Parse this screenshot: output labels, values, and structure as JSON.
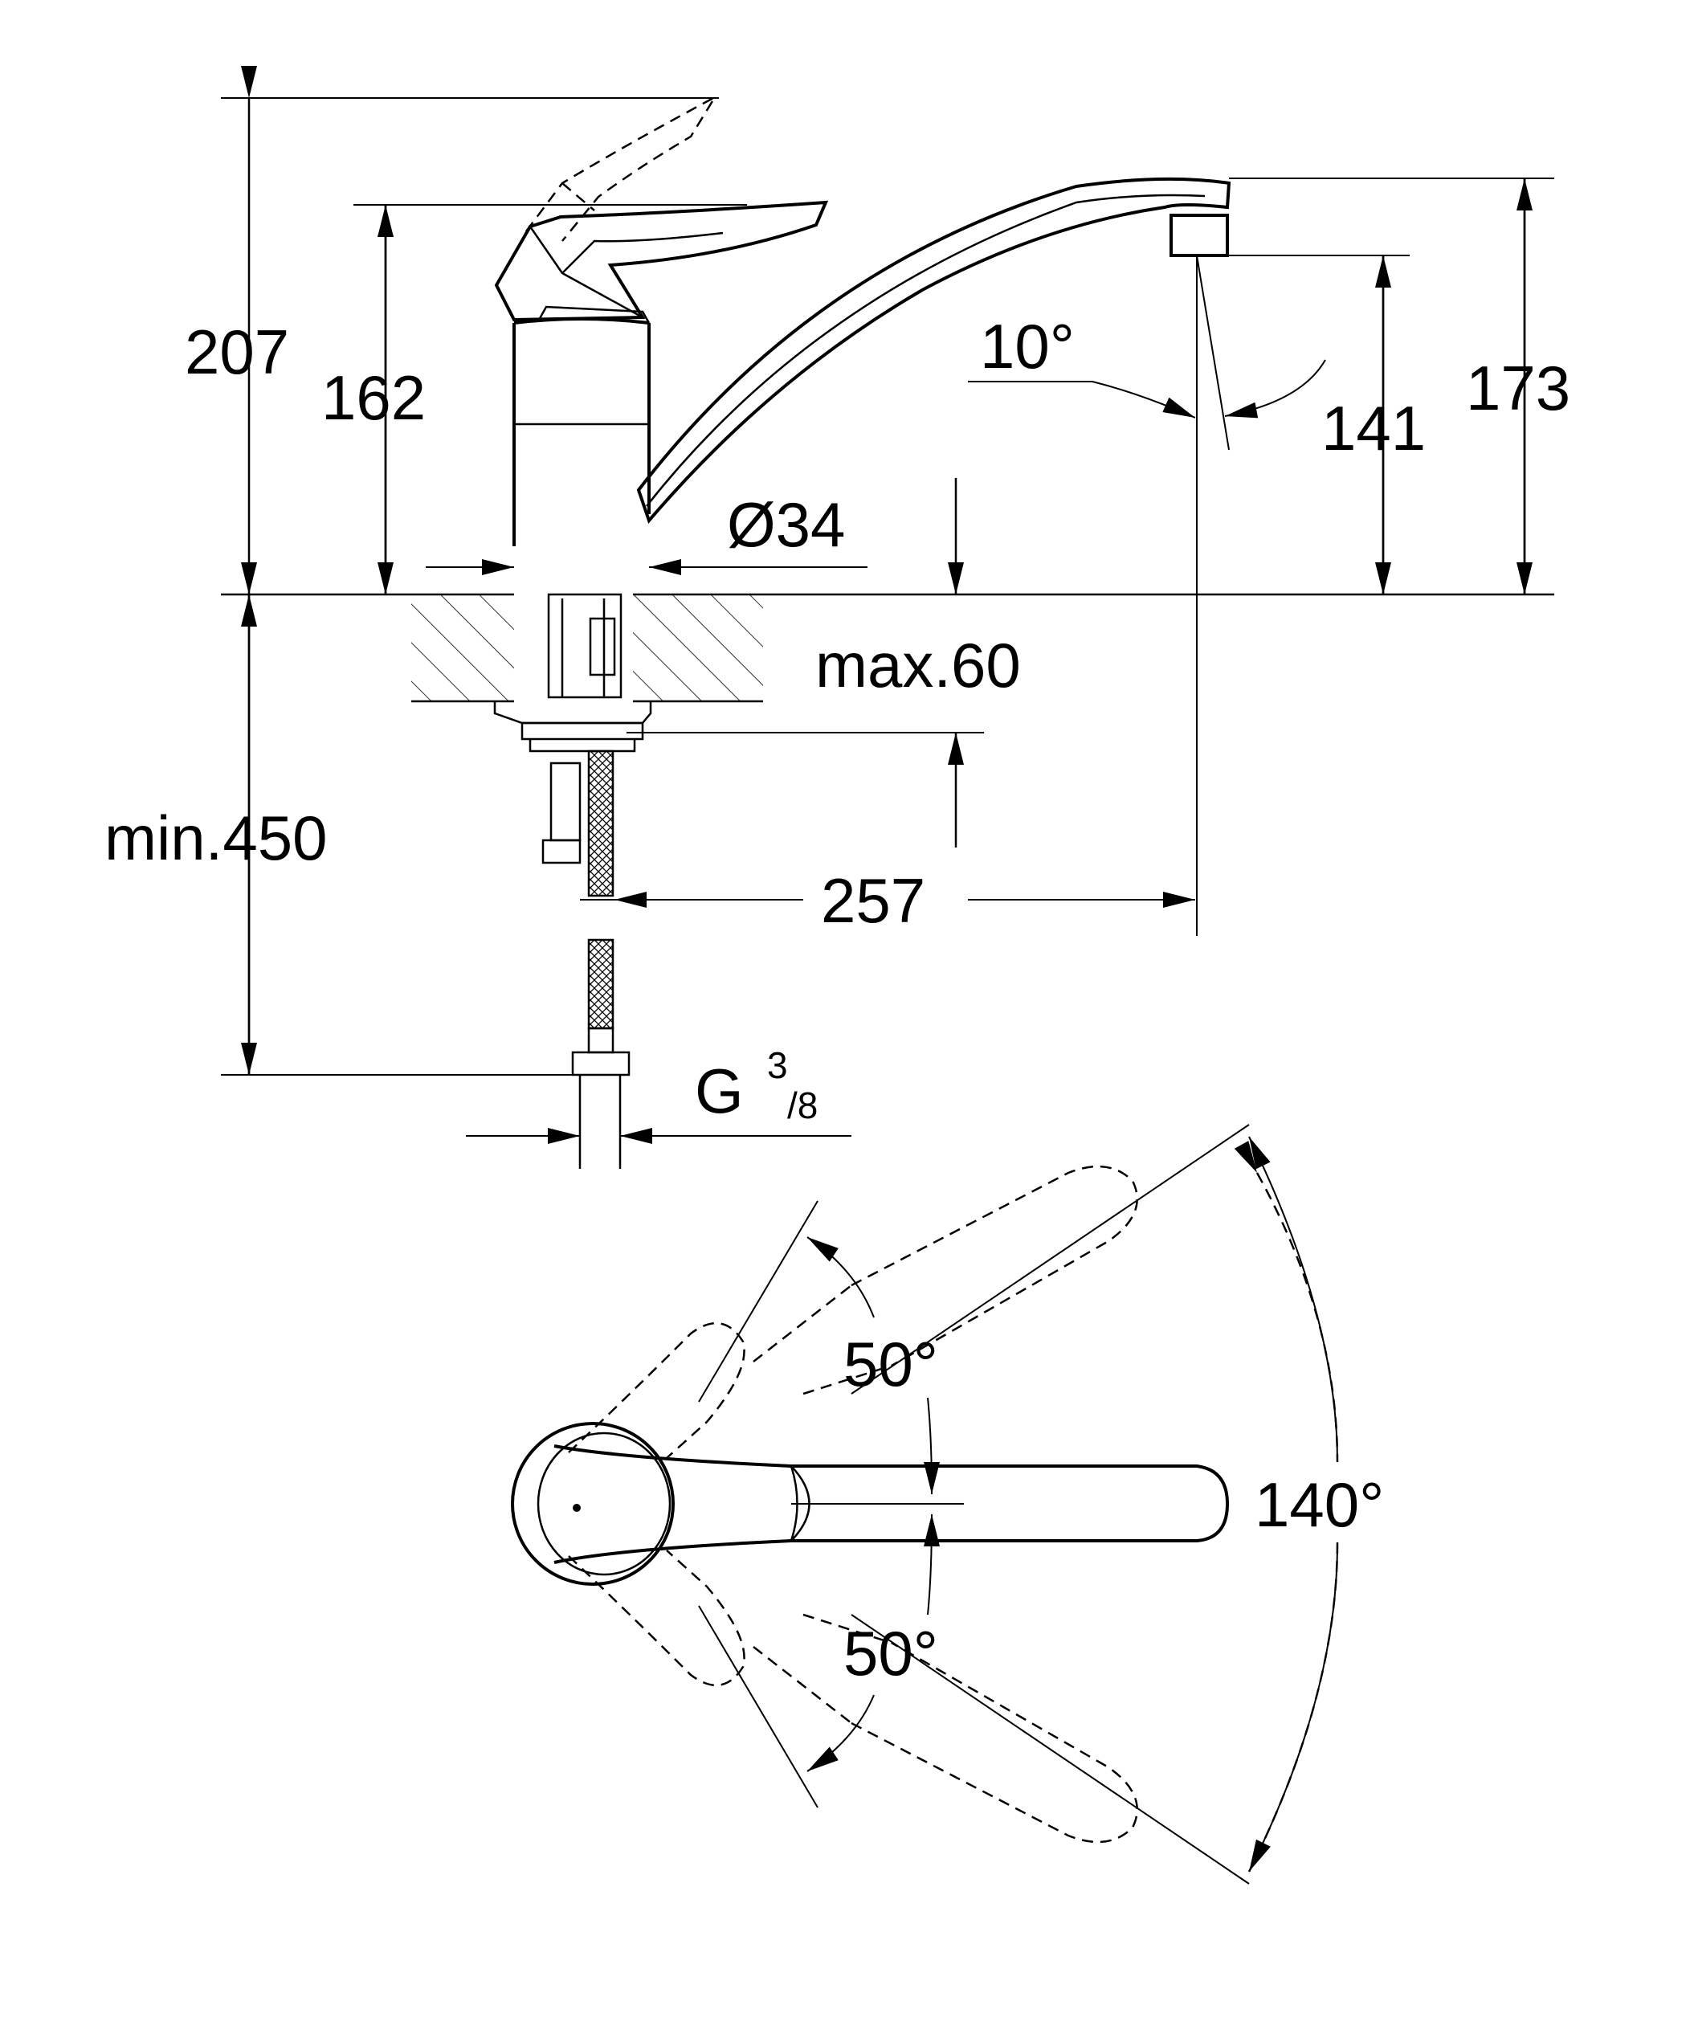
{
  "side_view": {
    "dim_total_height": "207",
    "dim_lever_height": "162",
    "dim_spout_tip_height": "173",
    "dim_outlet_height": "141",
    "dim_spout_angle": "10°",
    "dim_body_diameter": "Ø34",
    "dim_max_thickness": "max.60",
    "dim_min_hose_length": "min.450",
    "dim_reach": "257",
    "dim_connection_main": "G",
    "dim_connection_num": "3",
    "dim_connection_den": "/8"
  },
  "top_view": {
    "dim_angle_upper": "50°",
    "dim_angle_lower": "50°",
    "dim_angle_total": "140°"
  }
}
